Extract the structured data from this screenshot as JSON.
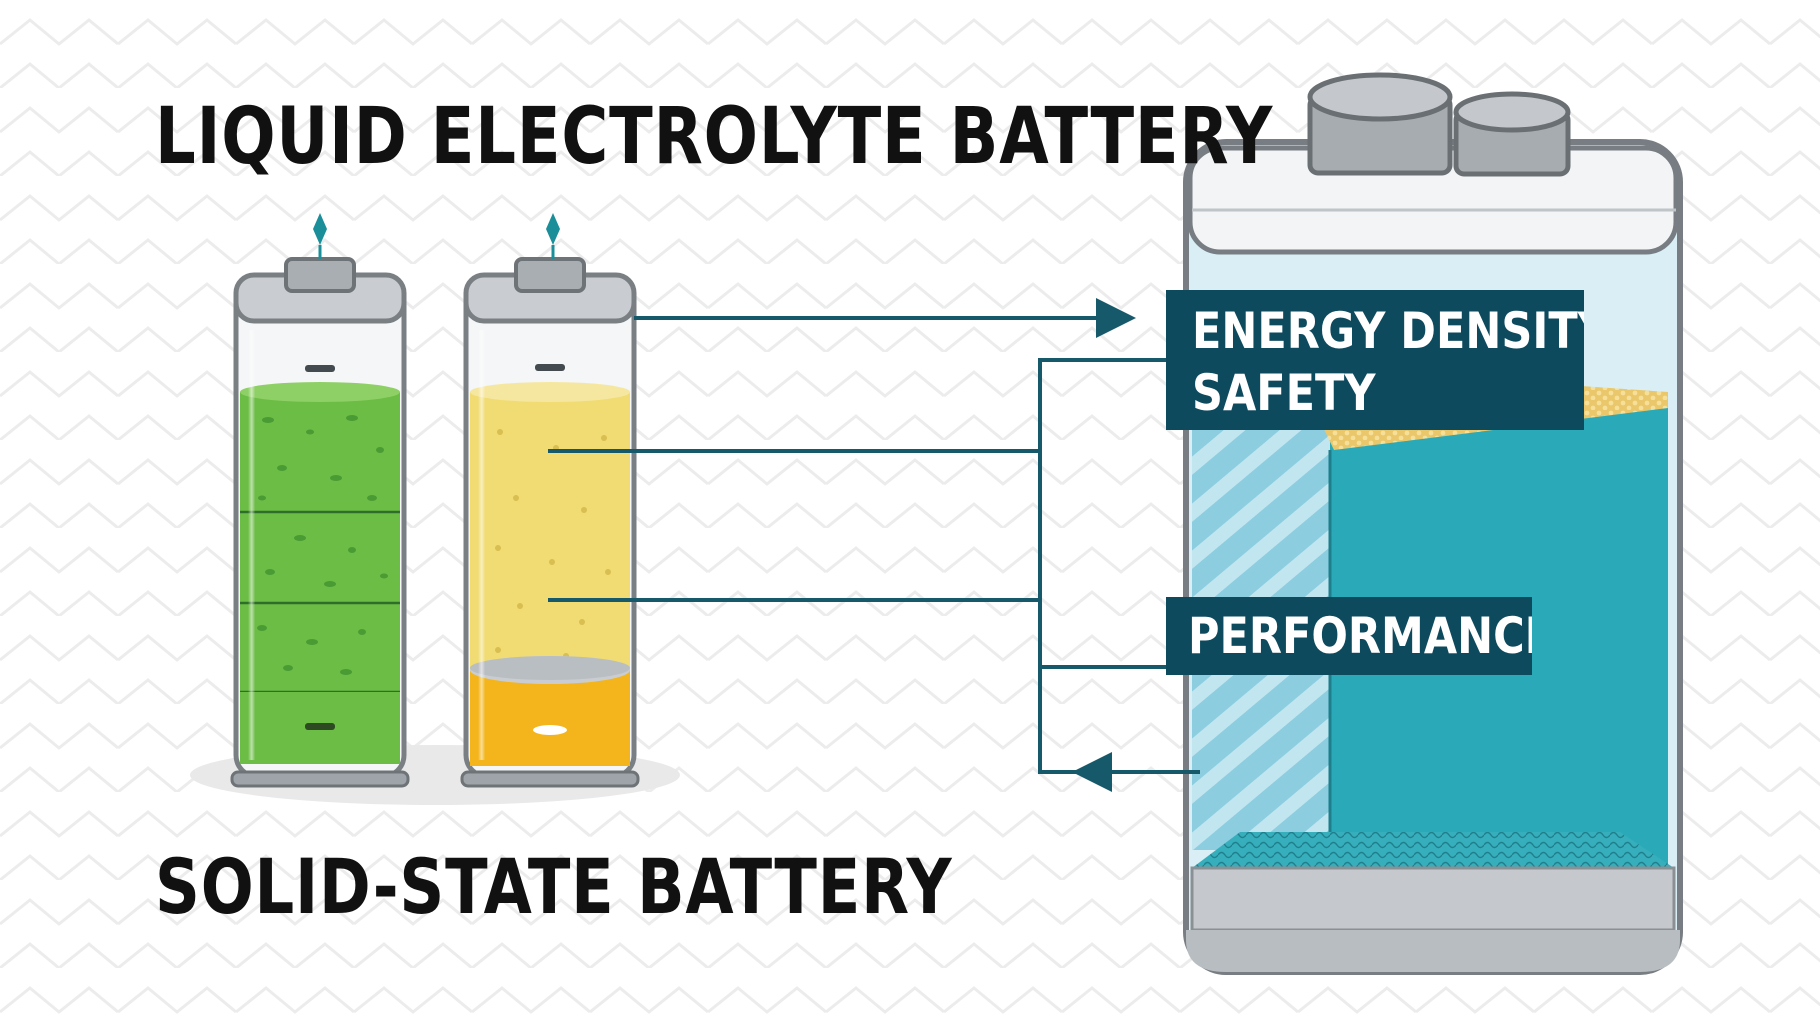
{
  "labels": {
    "liquid_battery": "LIQUID ELECTROLYTE BATTERY",
    "solid_battery": "SOLID-STATE BATTERY",
    "energy_density": "ENERGY DENSITY",
    "safety": "SAFETY",
    "performance": "PERFORMANCE"
  },
  "colors": {
    "connector": "#16596b",
    "tag_background": "#0e4a5e",
    "green_electrolyte": "#6cbd45",
    "yellow_electrolyte": "#f0dc73",
    "orange_electrolyte": "#f3b51b",
    "teal_electrolyte": "#2aaab8",
    "solid_layer": "#e9c76a",
    "terminal_marker": "#1a8f99"
  }
}
